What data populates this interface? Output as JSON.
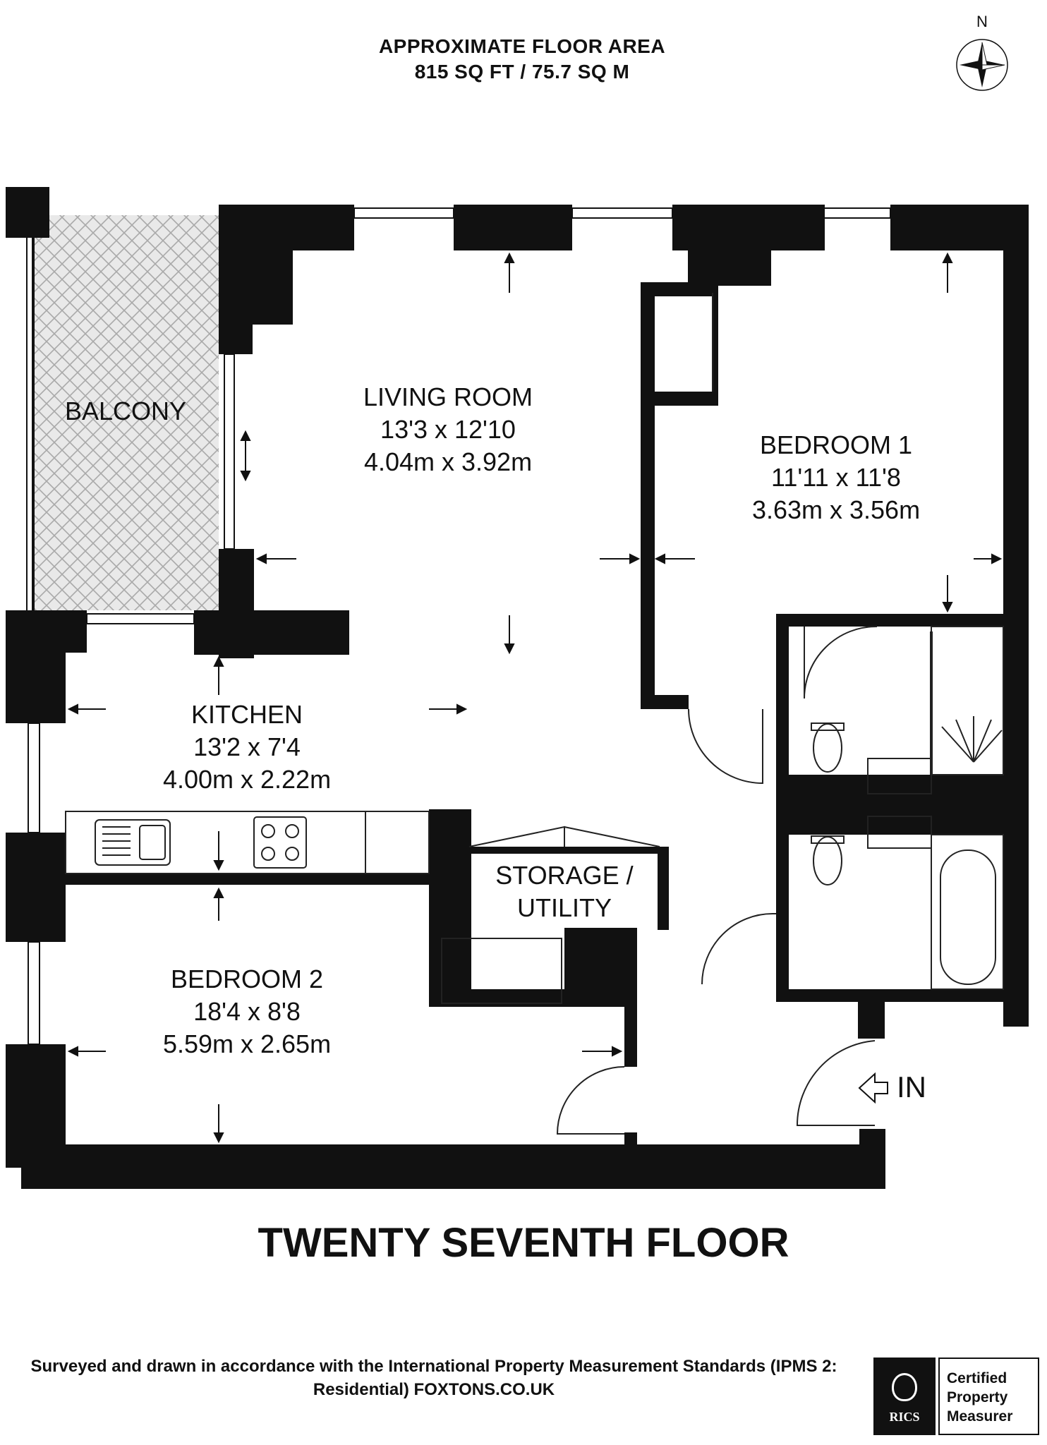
{
  "header": {
    "line1": "APPROXIMATE FLOOR AREA",
    "line2": "815 SQ FT / 75.7 SQ M"
  },
  "compass": {
    "north_label": "N"
  },
  "rooms": [
    {
      "name": "BALCONY"
    },
    {
      "name": "LIVING ROOM",
      "imperial": "13'3 x 12'10",
      "metric": "4.04m x 3.92m"
    },
    {
      "name": "BEDROOM 1",
      "imperial": "11'11 x 11'8",
      "metric": "3.63m x 3.56m"
    },
    {
      "name": "KITCHEN",
      "imperial": "13'2 x 7'4",
      "metric": "4.00m x 2.22m"
    },
    {
      "name_line1": "STORAGE /",
      "name_line2": "UTILITY"
    },
    {
      "name": "BEDROOM 2",
      "imperial": "18'4 x 8'8",
      "metric": "5.59m x 2.65m"
    }
  ],
  "entrance_label": "IN",
  "floor_title": "TWENTY SEVENTH FLOOR",
  "footer": {
    "line1": "Surveyed and drawn in accordance with the International Property Measurement Standards (IPMS 2:",
    "line2": "Residential) FOXTONS.CO.UK"
  },
  "badge": {
    "org": "RICS",
    "line1": "Certified",
    "line2": "Property",
    "line3": "Measurer"
  },
  "colors": {
    "wall": "#111111",
    "balcony_hatch": "#b5b5b5",
    "background": "#ffffff"
  }
}
